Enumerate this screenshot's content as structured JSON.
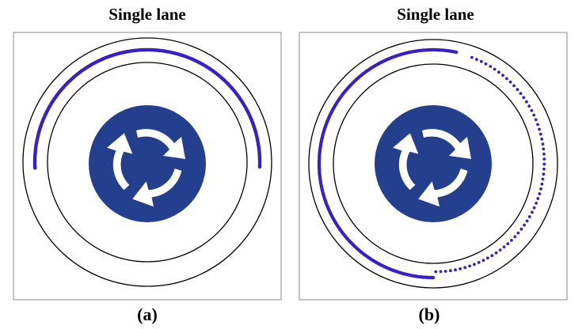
{
  "panels": [
    {
      "title": "Single lane",
      "caption": "(a)",
      "trajectory": {
        "start_deg": -93,
        "end_deg": 93,
        "pattern": "dense"
      }
    },
    {
      "title": "Single lane",
      "caption": "(b)",
      "trajectory": {
        "start_deg": 20,
        "end_deg": 190,
        "pattern": "mixed",
        "sparse_from_deg": 20,
        "sparse_to_deg": 180
      }
    }
  ],
  "colors": {
    "vehicle": "#3a1fc6",
    "sign_fill": "#233f8e",
    "arrow_fill": "#ffffff",
    "ring_stroke": "#000000",
    "frame_stroke": "#8a8a8a"
  },
  "icons": [
    "roundabout-sign-icon"
  ]
}
